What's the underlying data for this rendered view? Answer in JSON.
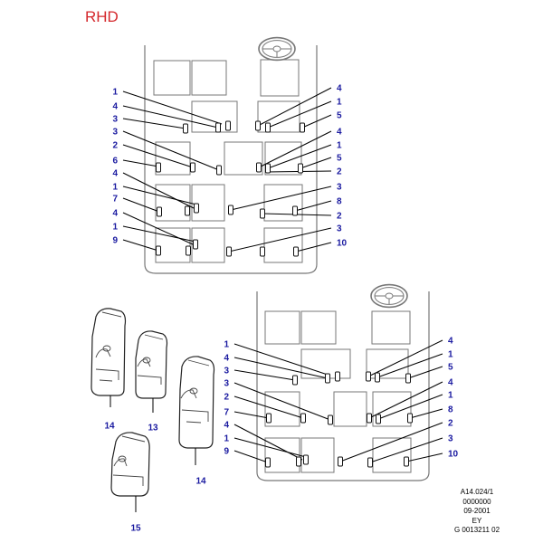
{
  "title": "RHD",
  "reference": {
    "line1": "A14.024/1",
    "line2": "0000000",
    "line3": "09-2001",
    "line4": "EY",
    "line5": "G 0013211 02"
  },
  "diagram_upper": {
    "left_callouts": [
      "1",
      "4",
      "3",
      "3",
      "2",
      "6",
      "4",
      "1",
      "7",
      "4",
      "1",
      "9"
    ],
    "right_callouts": [
      "4",
      "1",
      "5",
      "4",
      "1",
      "5",
      "2",
      "3",
      "8",
      "2",
      "3",
      "10"
    ]
  },
  "diagram_lower": {
    "left_callouts": [
      "1",
      "4",
      "3",
      "3",
      "2",
      "7",
      "4",
      "1",
      "9"
    ],
    "right_callouts": [
      "4",
      "1",
      "5",
      "4",
      "1",
      "8",
      "2",
      "3",
      "10"
    ]
  },
  "switch_callouts": [
    "14",
    "13",
    "14",
    "15"
  ],
  "colors": {
    "title": "#d4282c",
    "callout": "#1a1aa0",
    "line": "#000000",
    "outline": "#777777"
  }
}
